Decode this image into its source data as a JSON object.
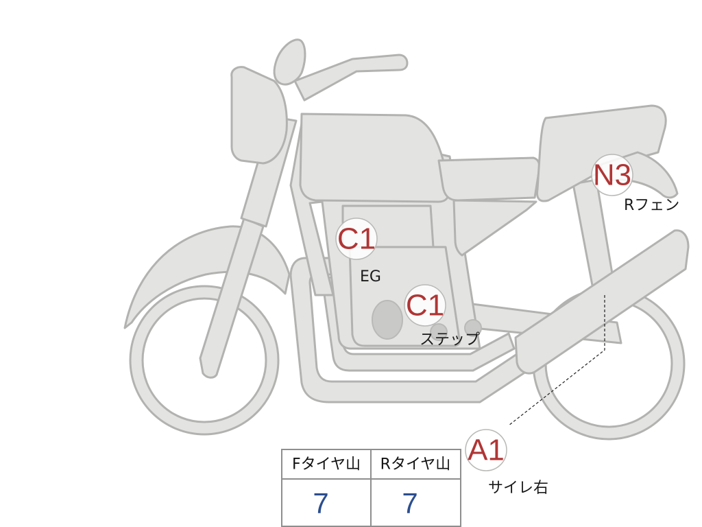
{
  "markers": [
    {
      "id": "engine",
      "code": "C1",
      "label": "EG"
    },
    {
      "id": "step",
      "code": "C1",
      "label": "ステップ"
    },
    {
      "id": "rear-fender",
      "code": "N3",
      "label": "Rフェン"
    },
    {
      "id": "muffler-right",
      "code": "A1",
      "label": "サイレ右"
    }
  ],
  "tire_table": {
    "headers": [
      "Fタイヤ山",
      "Rタイヤ山"
    ],
    "values": [
      "7",
      "7"
    ]
  },
  "colors": {
    "bike_fill": "#e3e3e1",
    "bike_outline": "#b2b2b0",
    "marker_code": "#b03535",
    "table_value": "#2c4e8e"
  }
}
